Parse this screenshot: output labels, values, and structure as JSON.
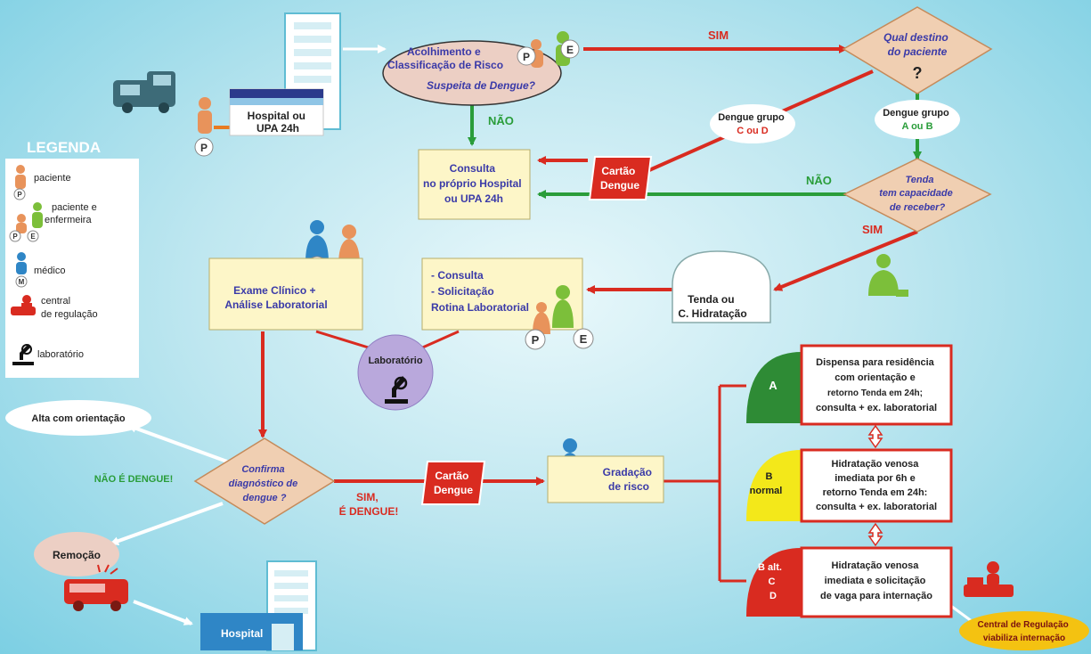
{
  "legend": {
    "title": "LEGENDA",
    "items": [
      {
        "label": "paciente",
        "icon": "patient-icon"
      },
      {
        "label": "paciente e",
        "label2": "enfermeira",
        "icon": "patient-nurse-icon"
      },
      {
        "label": "médico",
        "icon": "doctor-icon"
      },
      {
        "label": "central",
        "label2": "de regulação",
        "icon": "regulation-center-icon"
      },
      {
        "label": "laboratório",
        "icon": "microscope-icon"
      }
    ]
  },
  "badges": {
    "p": "P",
    "e": "E",
    "m": "M"
  },
  "nodes": {
    "hospital_upa": [
      "Hospital ou",
      "UPA 24h"
    ],
    "acolhimento": [
      "Acolhimento e",
      "Classificação de Risco"
    ],
    "suspeita": "Suspeita de Dengue?",
    "qual_destino": [
      "Qual destino",
      "do paciente",
      "?"
    ],
    "consulta_hospital": [
      "Consulta",
      "no próprio Hospital",
      "ou UPA 24h"
    ],
    "cartao_dengue": [
      "Cartão",
      "Dengue"
    ],
    "dengue_cd": [
      "Dengue grupo",
      "C ou D"
    ],
    "dengue_ab": [
      "Dengue grupo",
      "A ou B"
    ],
    "tenda_capacidade": [
      "Tenda",
      "tem capacidade",
      "de receber?"
    ],
    "exame_clinico": [
      "Exame Clínico +",
      "Análise Laboratorial"
    ],
    "consulta_rotina": [
      "- Consulta",
      "- Solicitação",
      "Rotina Laboratorial"
    ],
    "tenda_hidratacao": [
      "Tenda ou",
      "C. Hidratação"
    ],
    "laboratorio": "Laboratório",
    "alta": "Alta com orientação",
    "nao_dengue": "NÃO É DENGUE!",
    "confirma": [
      "Confirma",
      "diagnóstico de",
      "dengue ?"
    ],
    "sim_dengue": [
      "SIM,",
      "É DENGUE!"
    ],
    "gradacao": [
      "Gradação",
      "de risco"
    ],
    "remocao": "Remoção",
    "hospital": "Hospital",
    "group_a": "A",
    "group_b": [
      "B",
      "normal"
    ],
    "group_c": [
      "B alt.",
      "C",
      "D"
    ],
    "box_a": [
      "Dispensa para residência",
      "com orientação e",
      "retorno Tenda em 24h;",
      "consulta + ex. laboratorial"
    ],
    "box_b": [
      "Hidratação venosa",
      "imediata por 6h e",
      "retorno Tenda em 24h:",
      "consulta + ex. laboratorial"
    ],
    "box_c": [
      "Hidratação venosa",
      "imediata e solicitação",
      "de vaga para internação"
    ],
    "central": [
      "Central de Regulação",
      "viabiliza internação"
    ]
  },
  "edges": {
    "sim": "SIM",
    "nao": "NÃO",
    "sim2": "SIM",
    "nao2": "NÃO"
  },
  "colors": {
    "red": "#d92b20",
    "green": "#2a9d3a",
    "box_fill": "#fdf6c8",
    "diamond_fill": "#f0cfb2",
    "ellipse_fill": "#eccfc4",
    "lab_fill": "#b9a8dc",
    "group_a": "#2e8b35",
    "group_b": "#f3e81a",
    "group_c": "#d92b20",
    "central": "#f4c211"
  }
}
